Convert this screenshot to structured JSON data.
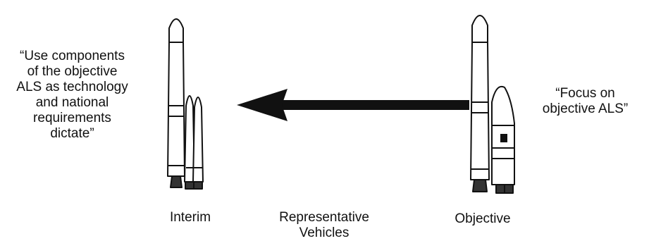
{
  "quote_left": "“Use components\nof the objective\nALS as technology\nand national\nrequirements\ndictate”",
  "quote_right": "“Focus on\nobjective ALS”",
  "labels": {
    "interim": "Interim",
    "center": "Representative\nVehicles",
    "objective": "Objective"
  }
}
